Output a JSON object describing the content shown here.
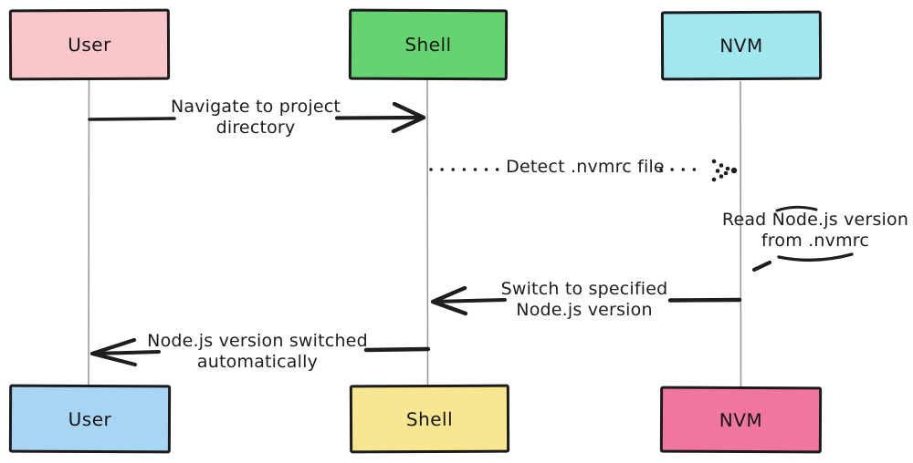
{
  "diagram": {
    "kind": "sequence-diagram",
    "style": "hand-drawn",
    "actors": [
      {
        "name": "User",
        "top_fill": "#f9c7ca",
        "bottom_fill": "#a9d5f5"
      },
      {
        "name": "Shell",
        "top_fill": "#64d370",
        "bottom_fill": "#f8e690"
      },
      {
        "name": "NVM",
        "top_fill": "#a2e6ef",
        "bottom_fill": "#f0759f"
      }
    ],
    "messages": [
      {
        "from": "User",
        "to": "Shell",
        "label": "Navigate to project directory",
        "line_style": "solid",
        "direction": "right"
      },
      {
        "from": "Shell",
        "to": "NVM",
        "label": "Detect .nvmrc file",
        "line_style": "dotted",
        "direction": "right"
      },
      {
        "from": "NVM",
        "to": "NVM",
        "label": "Read Node.js version from .nvmrc",
        "line_style": "self",
        "direction": "self"
      },
      {
        "from": "NVM",
        "to": "Shell",
        "label": "Switch to specified Node.js version",
        "line_style": "solid",
        "direction": "left"
      },
      {
        "from": "Shell",
        "to": "User",
        "label": "Node.js version switched automatically",
        "line_style": "solid",
        "direction": "left"
      }
    ],
    "colors": {
      "stroke": "#1e1e1e",
      "lifeline": "#9b9b9b",
      "text": "#1d1d1d",
      "background": "#ffffff",
      "border": "#1b1b1b"
    }
  }
}
